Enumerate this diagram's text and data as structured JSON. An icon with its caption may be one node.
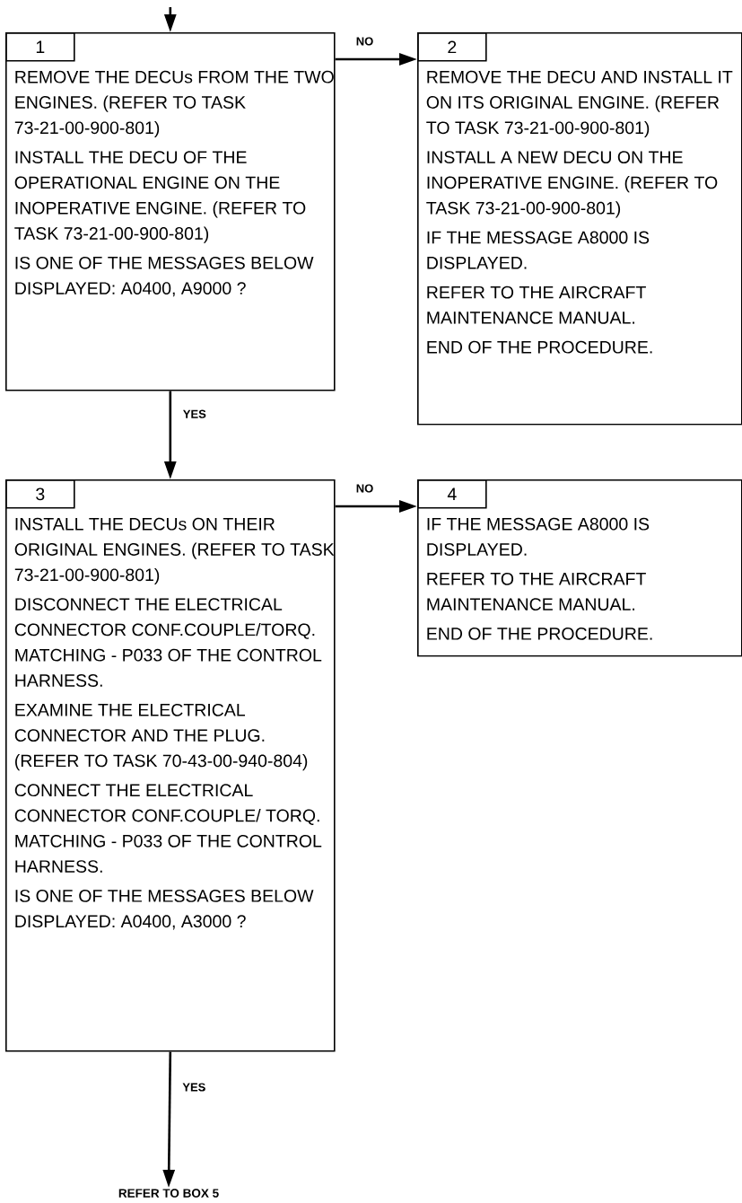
{
  "diagram": {
    "nodes": [
      {
        "text": [
          "1",
          "REMOVE THE DECUs FROM THE TWO ENGINES. (REFER TO TASK 73-21-00-900-801)",
          "INSTALL THE DECU OF THE OPERATIONAL ENGINE ON THE INOPERATIVE ENGINE. (REFER TO TASK 73-21-00-900-801)",
          "IS ONE OF THE MESSAGES BELOW DISPLAYED: A0400, A9000 ?"
        ]
      },
      {
        "text": [
          "2",
          "REMOVE THE DECU AND INSTALL IT ON ITS ORIGINAL ENGINE. (REFER TO TASK 73-21-00-900-801)",
          "INSTALL A NEW DECU ON THE INOPERATIVE ENGINE. (REFER TO TASK 73-21-00-900-801)",
          "IF THE MESSAGE A8000 IS DISPLAYED.",
          "REFER TO THE AIRCRAFT MAINTENANCE MANUAL.",
          "END OF THE PROCEDURE."
        ]
      },
      {
        "text": [
          "3",
          "INSTALL THE DECUs ON THEIR ORIGINAL ENGINES. (REFER TO TASK 73-21-00-900-801)",
          "DISCONNECT THE ELECTRICAL CONNECTOR CONF.COUPLE/TORQ. MATCHING - P033 OF THE CONTROL HARNESS.",
          "EXAMINE THE ELECTRICAL CONNECTOR AND THE PLUG. (REFER TO TASK 70-43-00-940-804)",
          "CONNECT THE ELECTRICAL CONNECTOR CONF.COUPLE/ TORQ. MATCHING - P033 OF THE CONTROL HARNESS.",
          "IS ONE OF THE MESSAGES BELOW DISPLAYED: A0400, A3000 ?"
        ]
      },
      {
        "text": [
          "4",
          "IF THE MESSAGE A8000 IS DISPLAYED.",
          "REFER TO THE AIRCRAFT MAINTENANCE MANUAL.",
          "END OF THE PROCEDURE."
        ]
      },
      {
        "text": [
          "REFER TO BOX 5"
        ]
      }
    ],
    "edges": [
      {
        "from": null,
        "to": 0,
        "arrow": "to"
      },
      {
        "from": 0,
        "to": 1,
        "arrow": "to",
        "label": "NO"
      },
      {
        "from": 0,
        "to": 2,
        "arrow": "to",
        "label": "YES"
      },
      {
        "from": 2,
        "to": 3,
        "arrow": "to",
        "label": "NO"
      },
      {
        "from": 2,
        "to": 4,
        "arrow": "to",
        "label": "YES"
      }
    ]
  }
}
